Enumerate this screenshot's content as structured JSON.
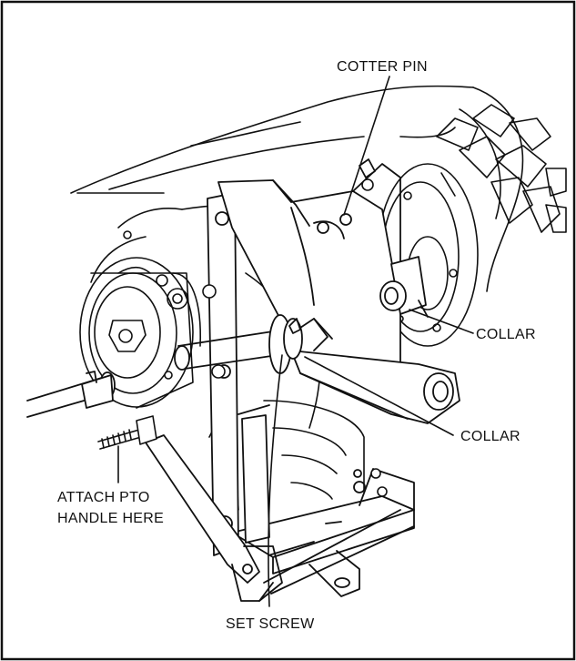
{
  "labels": {
    "cotter_pin": "COTTER PIN",
    "collar_upper": "COLLAR",
    "collar_lower": "COLLAR",
    "attach_pto_line1": "ATTACH PTO",
    "attach_pto_line2": "HANDLE HERE",
    "set_screw": "SET SCREW"
  },
  "colors": {
    "ink": "#111111",
    "paper": "#ffffff"
  }
}
